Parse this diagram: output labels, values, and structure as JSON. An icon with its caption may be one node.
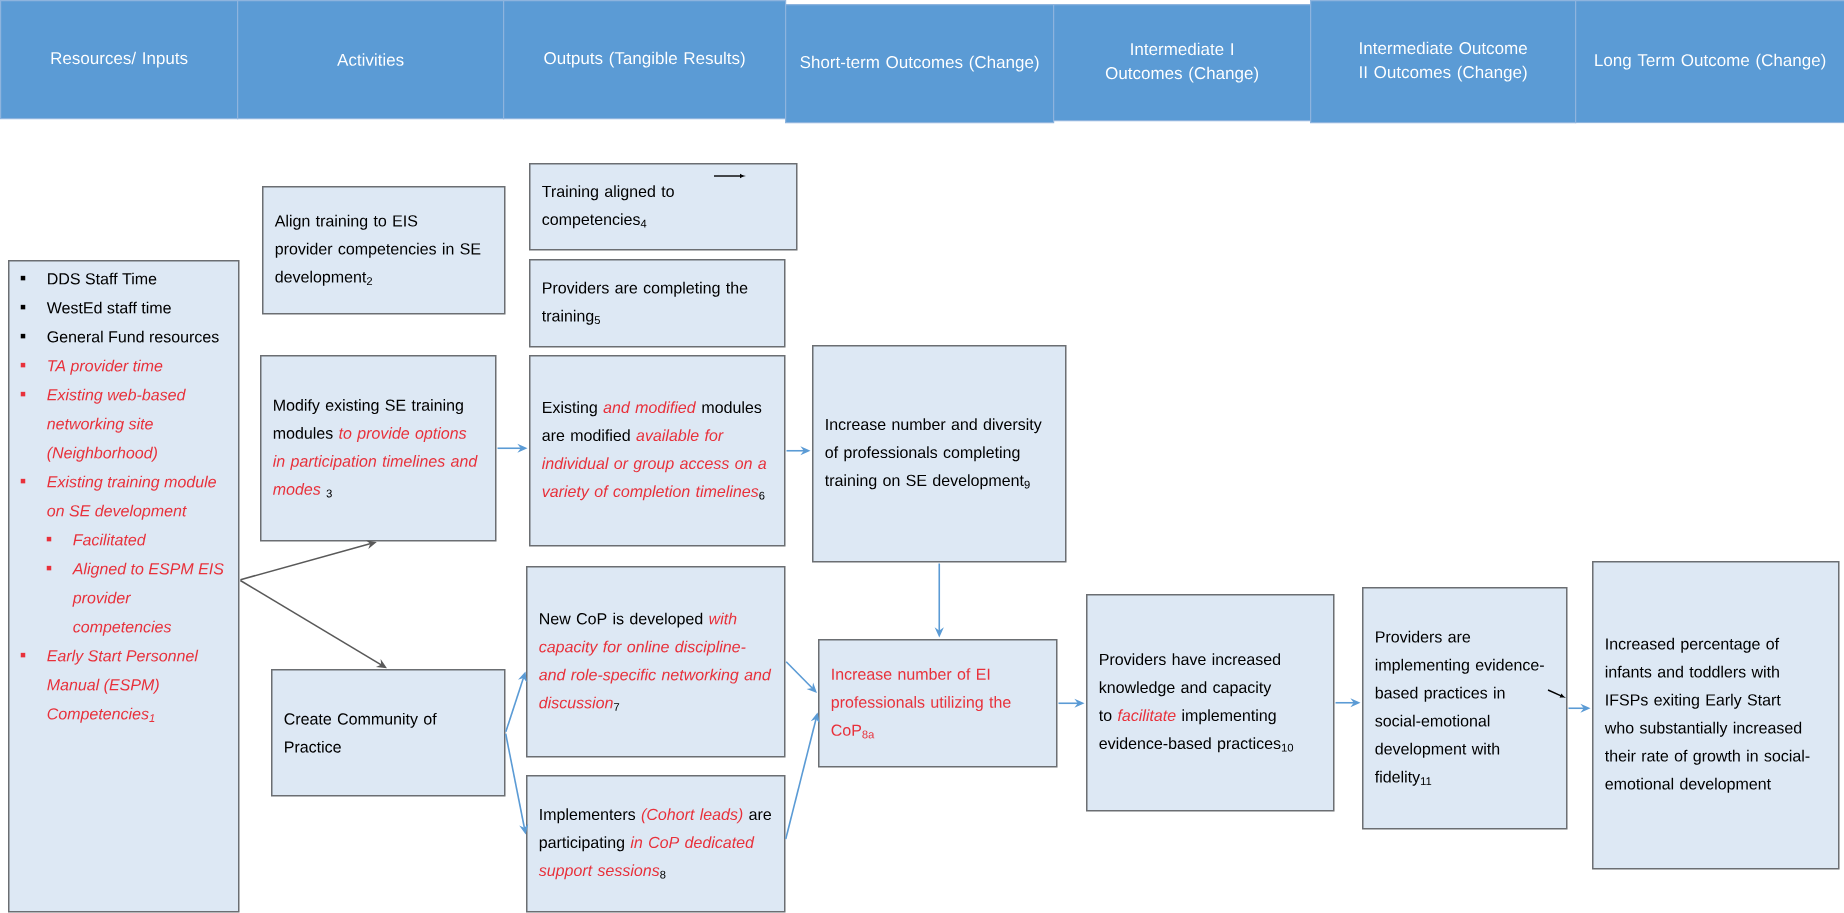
{
  "diagram": {
    "nodes": [
      {
        "text": [
          "Resources/ Inputs"
        ]
      },
      {
        "text": [
          "Activities"
        ]
      },
      {
        "text": [
          "Outputs (Tangible Results)"
        ]
      },
      {
        "text": [
          "Short-term Outcomes (Change)"
        ]
      },
      {
        "text": [
          "Intermediate I Outcomes (Change)"
        ]
      },
      {
        "text": [
          "Intermediate Outcome II Outcomes (Change)"
        ]
      },
      {
        "text": [
          "Long Term Outcome (Change)"
        ]
      },
      {
        "text": [
          "DDS Staff Time",
          "WestEd staff time",
          "General Fund resources",
          "TA provider time",
          "Existing web-based networking site (Neighborhood)",
          "Existing training module on SE development",
          "Facilitated",
          "Aligned to ESPM EIS provider competencies",
          "Early Start Personnel Manual (ESPM) Competencies$_{1}$"
        ]
      },
      {
        "text": [
          "Align training to EIS provider competencies in SE development$_{2}$"
        ]
      },
      {
        "text": [
          "Modify existing SE training modules *to provide options in participation timelines and modes* $_{3}$"
        ]
      },
      {
        "text": [
          "Create Community of Practice"
        ]
      },
      {
        "text": [
          "Training aligned to competencies$_{4}$"
        ]
      },
      {
        "text": [
          "Providers are completing the training$_{5}$"
        ]
      },
      {
        "text": [
          "Existing *and modified* modules are modified *available for individual or group access on a variety of completion timelines*$_{6}$"
        ]
      },
      {
        "text": [
          "New CoP is developed *with capacity for online discipline- and role-specific networking and discussion*$_{7}$"
        ]
      },
      {
        "text": [
          "Implementers *(Cohort leads)* are participating *in CoP dedicated support sessions*$_{8}$"
        ]
      },
      {
        "text": [
          "Increase number and diversity of professionals completing training on SE development$_{9}$"
        ]
      },
      {
        "text": [
          "Increase number of EI professionals utilizing the CoP$_{8a}$"
        ]
      },
      {
        "text": [
          "Providers have increased knowledge and capacity to *facilitate* implementing evidence-based practices$_{10}$"
        ]
      },
      {
        "text": [
          "Providers are implementing evidence-based practices in social-emotional development with fidelity$_{11}$"
        ]
      },
      {
        "text": [
          "Increased percentage of infants and toddlers with IFSPs exiting Early Start who substantially increased their rate of growth in social-emotional development"
        ]
      }
    ],
    "edges": [
      {
        "from": 7,
        "to": 9,
        "arrow": "to",
        "color": "#595959"
      },
      {
        "from": 7,
        "to": 10,
        "arrow": "to",
        "color": "#595959"
      },
      {
        "from": 9,
        "to": 13,
        "arrow": "to"
      },
      {
        "from": 13,
        "to": 16,
        "arrow": "to"
      },
      {
        "from": 10,
        "to": 14,
        "arrow": "to"
      },
      {
        "from": 10,
        "to": 15,
        "arrow": "to"
      },
      {
        "from": 14,
        "to": 17,
        "arrow": "to"
      },
      {
        "from": 15,
        "to": 17,
        "arrow": "to"
      },
      {
        "from": 16,
        "to": 17,
        "arrow": "to"
      },
      {
        "from": 17,
        "to": 18,
        "arrow": "to"
      },
      {
        "from": 18,
        "to": 19,
        "arrow": "to"
      },
      {
        "from": 19,
        "to": 20,
        "arrow": "to"
      }
    ]
  }
}
